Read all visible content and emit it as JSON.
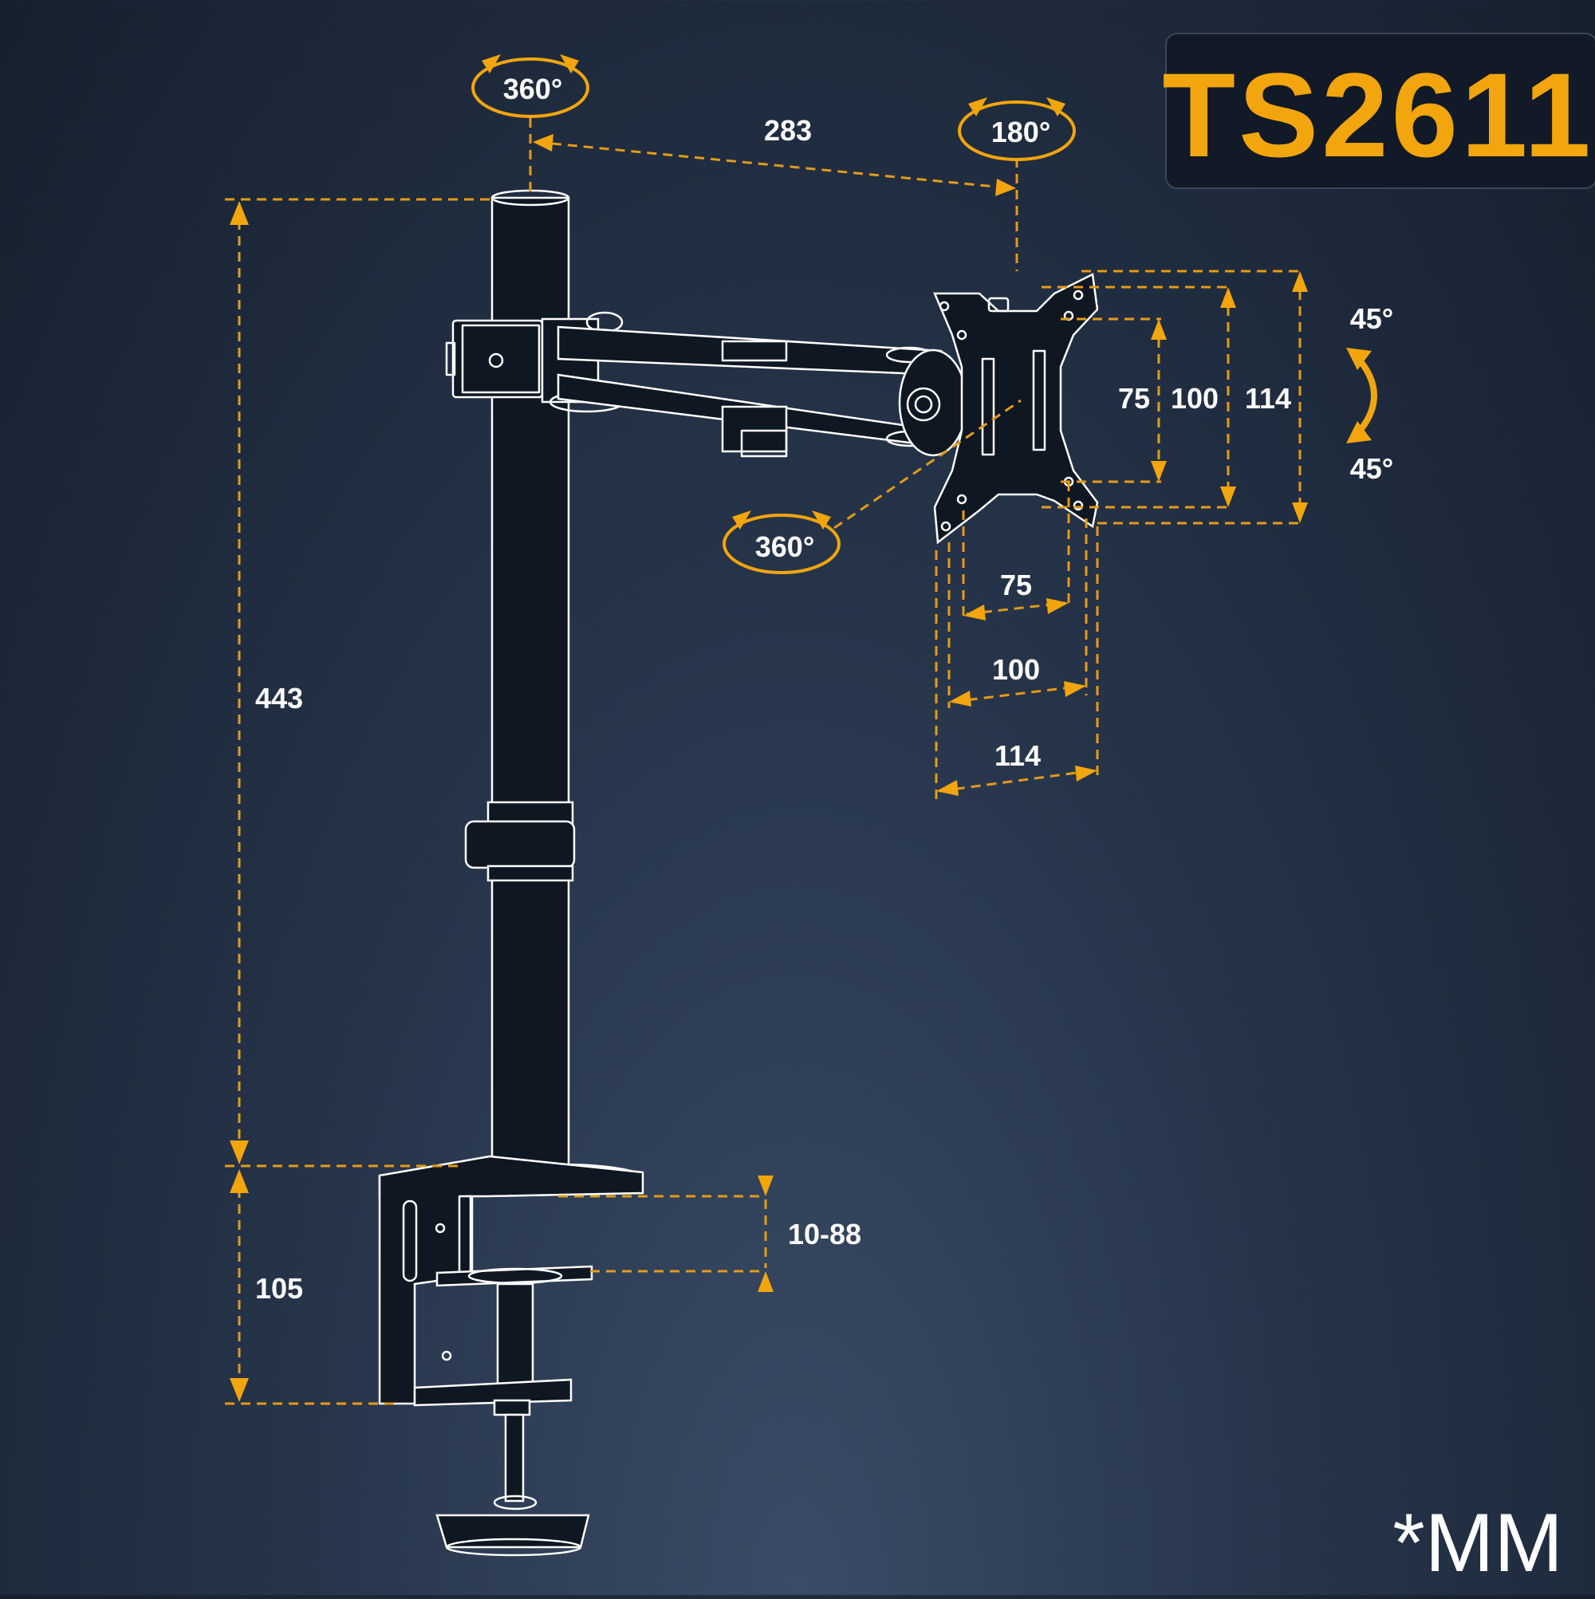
{
  "model": "TS2611",
  "unit_note": "*MM",
  "dimensions": {
    "arm_reach": "283",
    "pole_height": "443",
    "clamp_height": "105",
    "desk_thickness": "10-88",
    "vesa_v_75": "75",
    "vesa_v_100": "100",
    "vesa_v_114": "114",
    "vesa_h_75": "75",
    "vesa_h_100": "100",
    "vesa_h_114": "114"
  },
  "rotations": {
    "pole_swivel": "360°",
    "arm_swivel": "180°",
    "head_rotation": "360°",
    "tilt_up": "45°",
    "tilt_down": "45°"
  },
  "colors": {
    "accent": "#f2a50c",
    "background": "#1c2738",
    "line": "#ffffff"
  }
}
